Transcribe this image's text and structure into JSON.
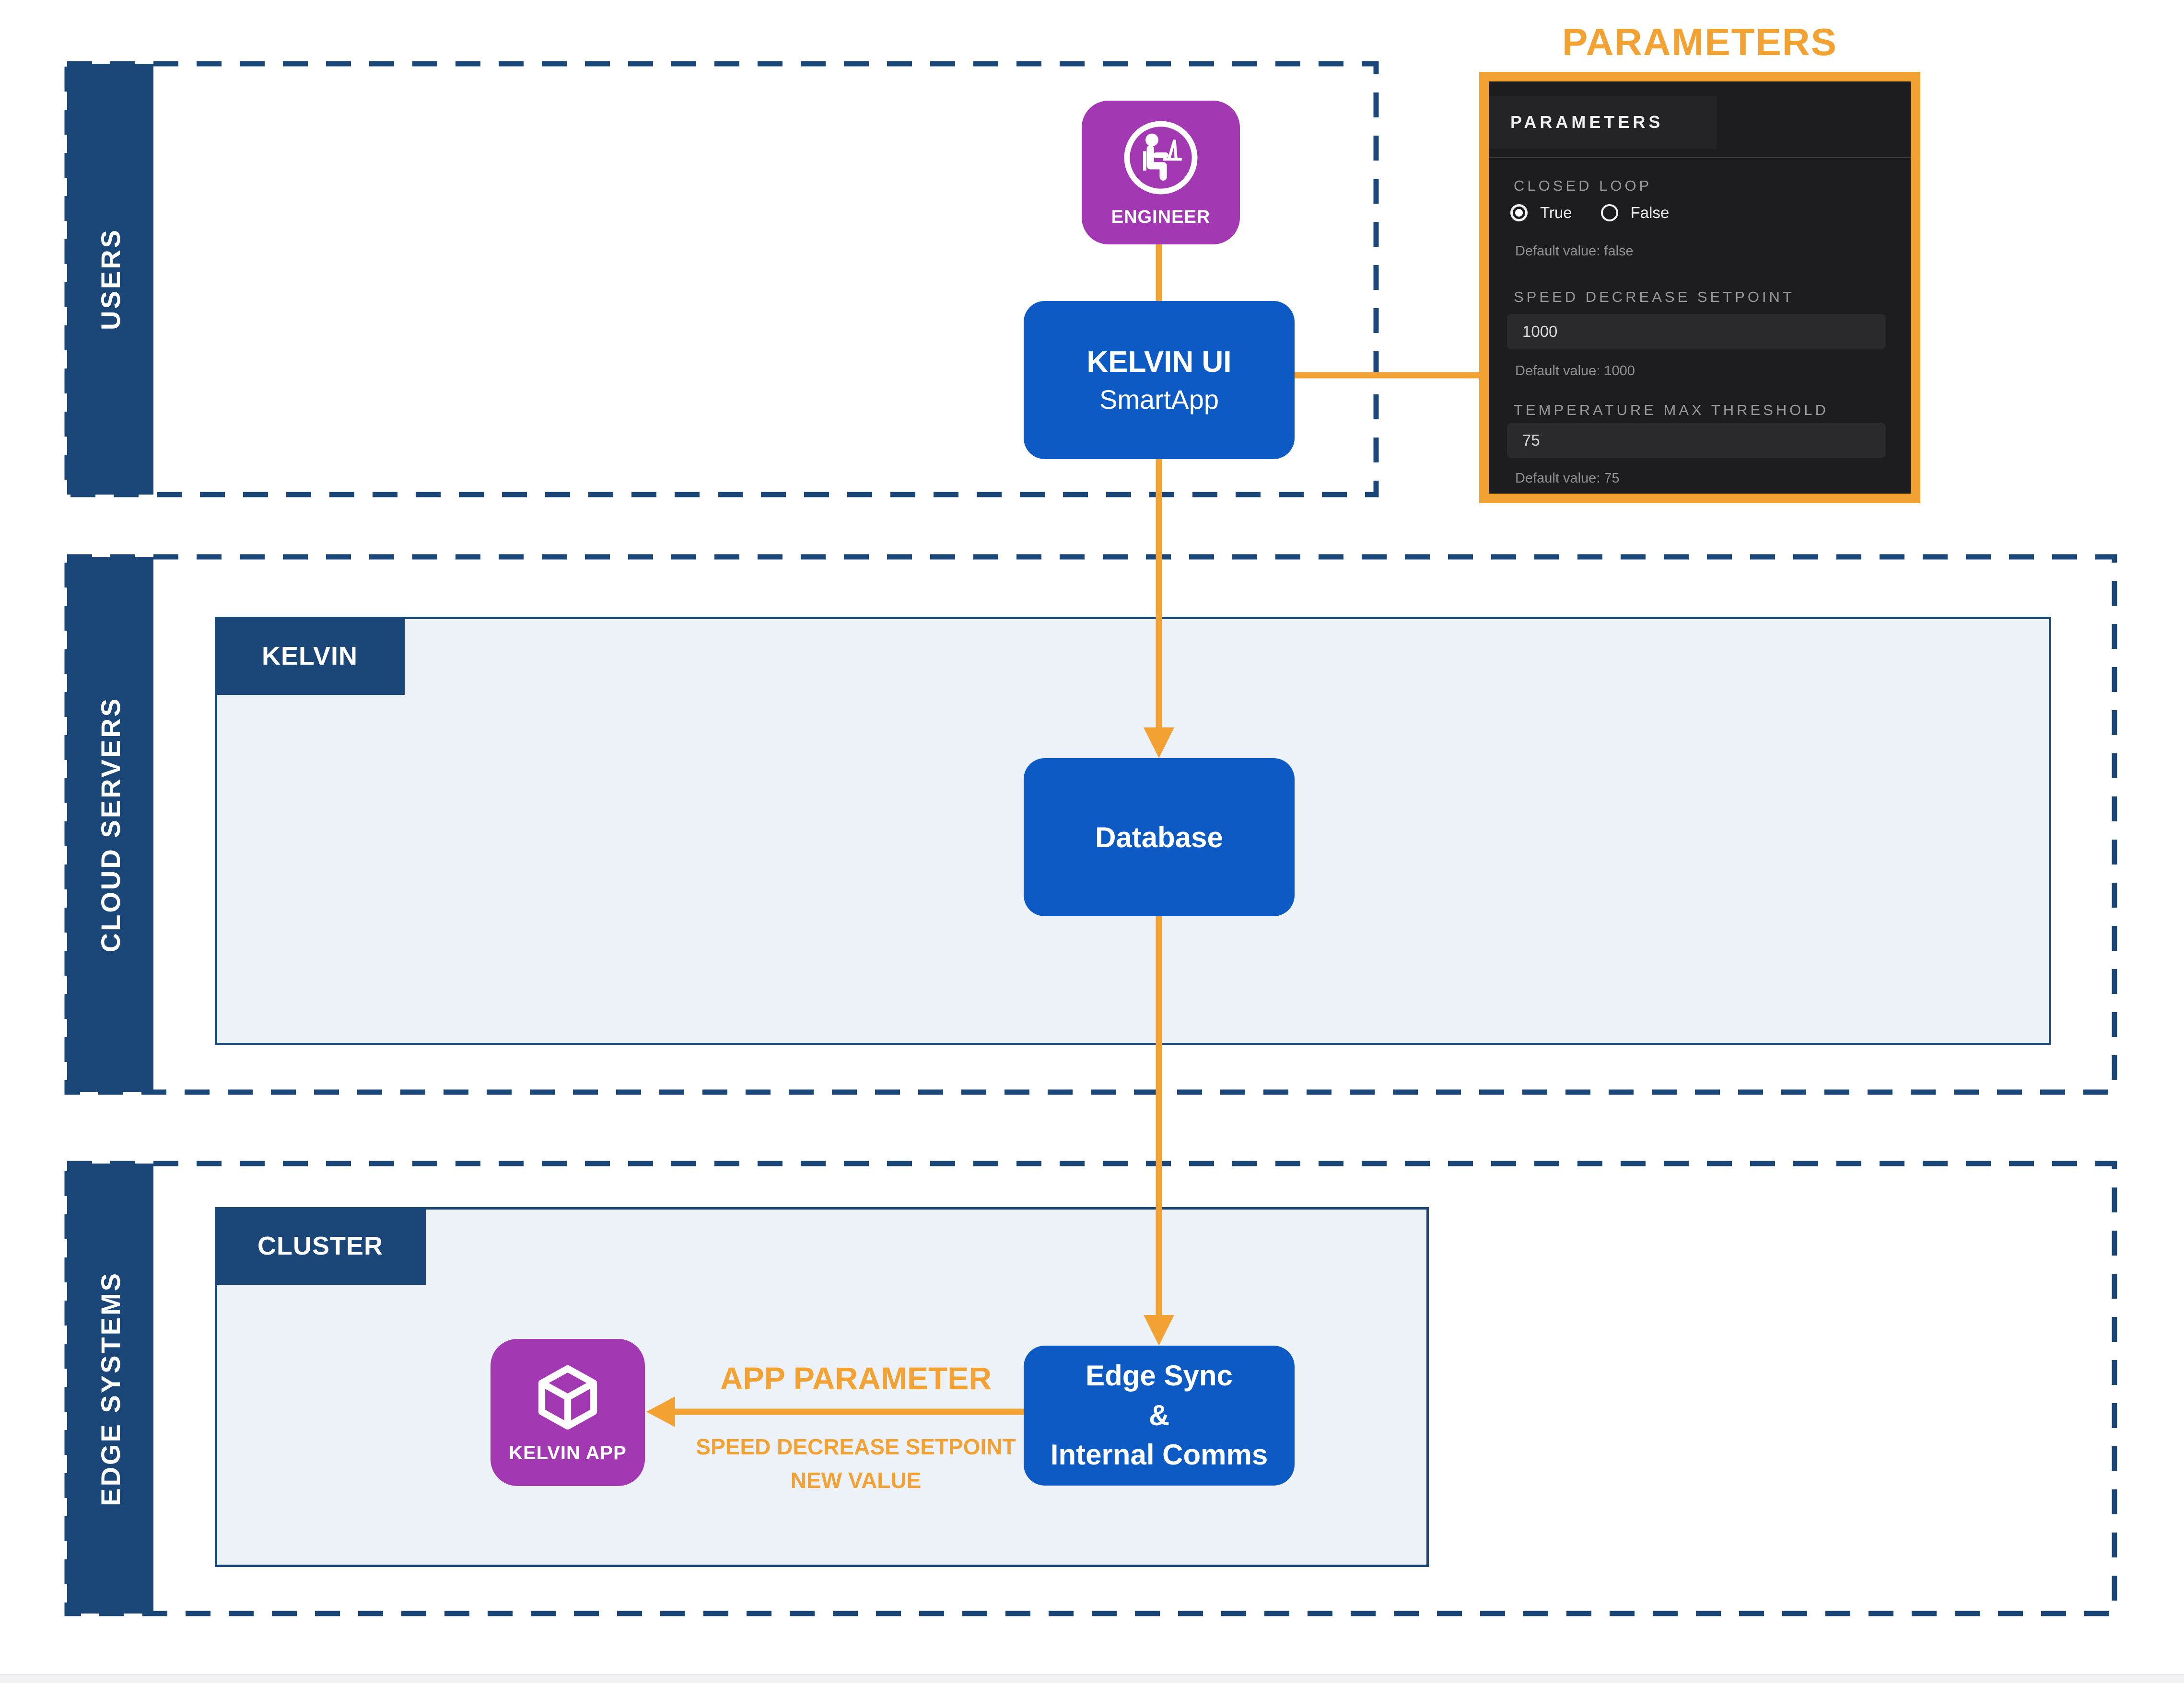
{
  "colors": {
    "navy": "#1B4678",
    "blue": "#0D5AC4",
    "purple": "#A238B2",
    "orange": "#F2A133",
    "container_fill": "#EDF2F9",
    "panel_bg": "#1D1D1F"
  },
  "bands": [
    {
      "label": "USERS"
    },
    {
      "label": "CLOUD SERVERS"
    },
    {
      "label": "EDGE SYSTEMS"
    }
  ],
  "users": {
    "engineer_label": "ENGINEER",
    "kelvin_ui": {
      "title": "KELVIN UI",
      "subtitle": "SmartApp"
    }
  },
  "parameters_panel": {
    "external_title": "PARAMETERS",
    "header": "PARAMETERS",
    "fields": [
      {
        "label": "CLOSED LOOP",
        "type": "radio",
        "options": [
          "True",
          "False"
        ],
        "selected": "True",
        "default_note": "Default value: false"
      },
      {
        "label": "SPEED DECREASE SETPOINT",
        "type": "input",
        "value": "1000",
        "default_note": "Default value: 1000"
      },
      {
        "label": "TEMPERATURE MAX THRESHOLD",
        "type": "input",
        "value": "75",
        "default_note": "Default value: 75"
      }
    ]
  },
  "cloud": {
    "container_label": "KELVIN",
    "database_label": "Database"
  },
  "edge": {
    "container_label": "CLUSTER",
    "kelvin_app_label": "KELVIN APP",
    "edge_sync_lines": [
      "Edge Sync",
      "&",
      "Internal Comms"
    ],
    "arrow_title": "APP PARAMETER",
    "arrow_sub1": "SPEED DECREASE SETPOINT",
    "arrow_sub2": "NEW VALUE"
  }
}
